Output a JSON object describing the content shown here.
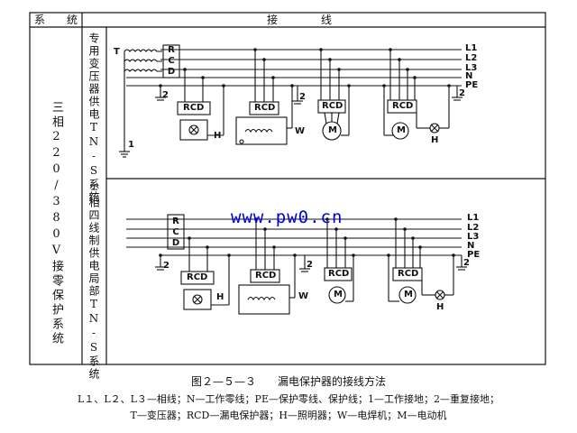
{
  "header": {
    "system": "系　　统",
    "wiring": "接　　　　线"
  },
  "left_column": "三相220/380V接零保护系统",
  "panels": [
    {
      "title": "专用变压器供电TN-S系统"
    },
    {
      "title": "三相四线制供电局部TN-S系统"
    }
  ],
  "line_labels": [
    "L1",
    "L2",
    "L3",
    "N",
    "PE"
  ],
  "device_labels": {
    "rcd": "RCD",
    "h": "H",
    "w": "W",
    "m": "M",
    "t": "T",
    "ground1": "1",
    "ground2": "2"
  },
  "watermark": "www.pw0.cn",
  "caption": {
    "title": "图２—５—３　　漏电保护器的接线方法",
    "legend_line1": "L１、L２、L３—相线；N—工作零线；PE—保护零线、保护线；1—工作接地；2—重复接地；",
    "legend_line2": "T—变压器；RCD—漏电保护器；H—照明器；W—电焊机；M—电动机"
  }
}
